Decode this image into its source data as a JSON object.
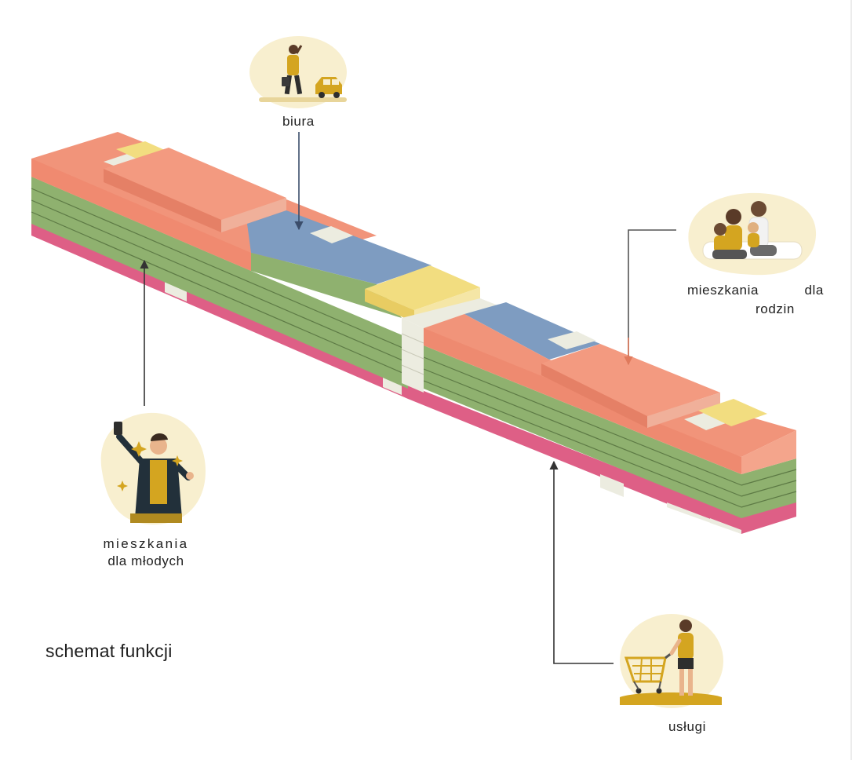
{
  "title": "schemat funkcji",
  "labels": {
    "offices": "biura",
    "families_word1": "mieszkania",
    "families_word2": "dla",
    "families_word3": "rodzin",
    "young_line1": "mieszkania",
    "young_line2": "dla młodych",
    "services": "usługi"
  },
  "colors": {
    "residential_young": "#8fb16f",
    "residential_families": "#f1947a",
    "offices": "#7e9cc1",
    "services": "#de5f86",
    "communication": "#f2dd80",
    "core": "#ecece0",
    "illustration_bg": "#f8efcf",
    "illustration_accent": "#d4a520"
  },
  "icons": [
    "businessman-taxi-illustration",
    "family-illustration",
    "selfie-person-illustration",
    "shopping-cart-person-illustration"
  ]
}
